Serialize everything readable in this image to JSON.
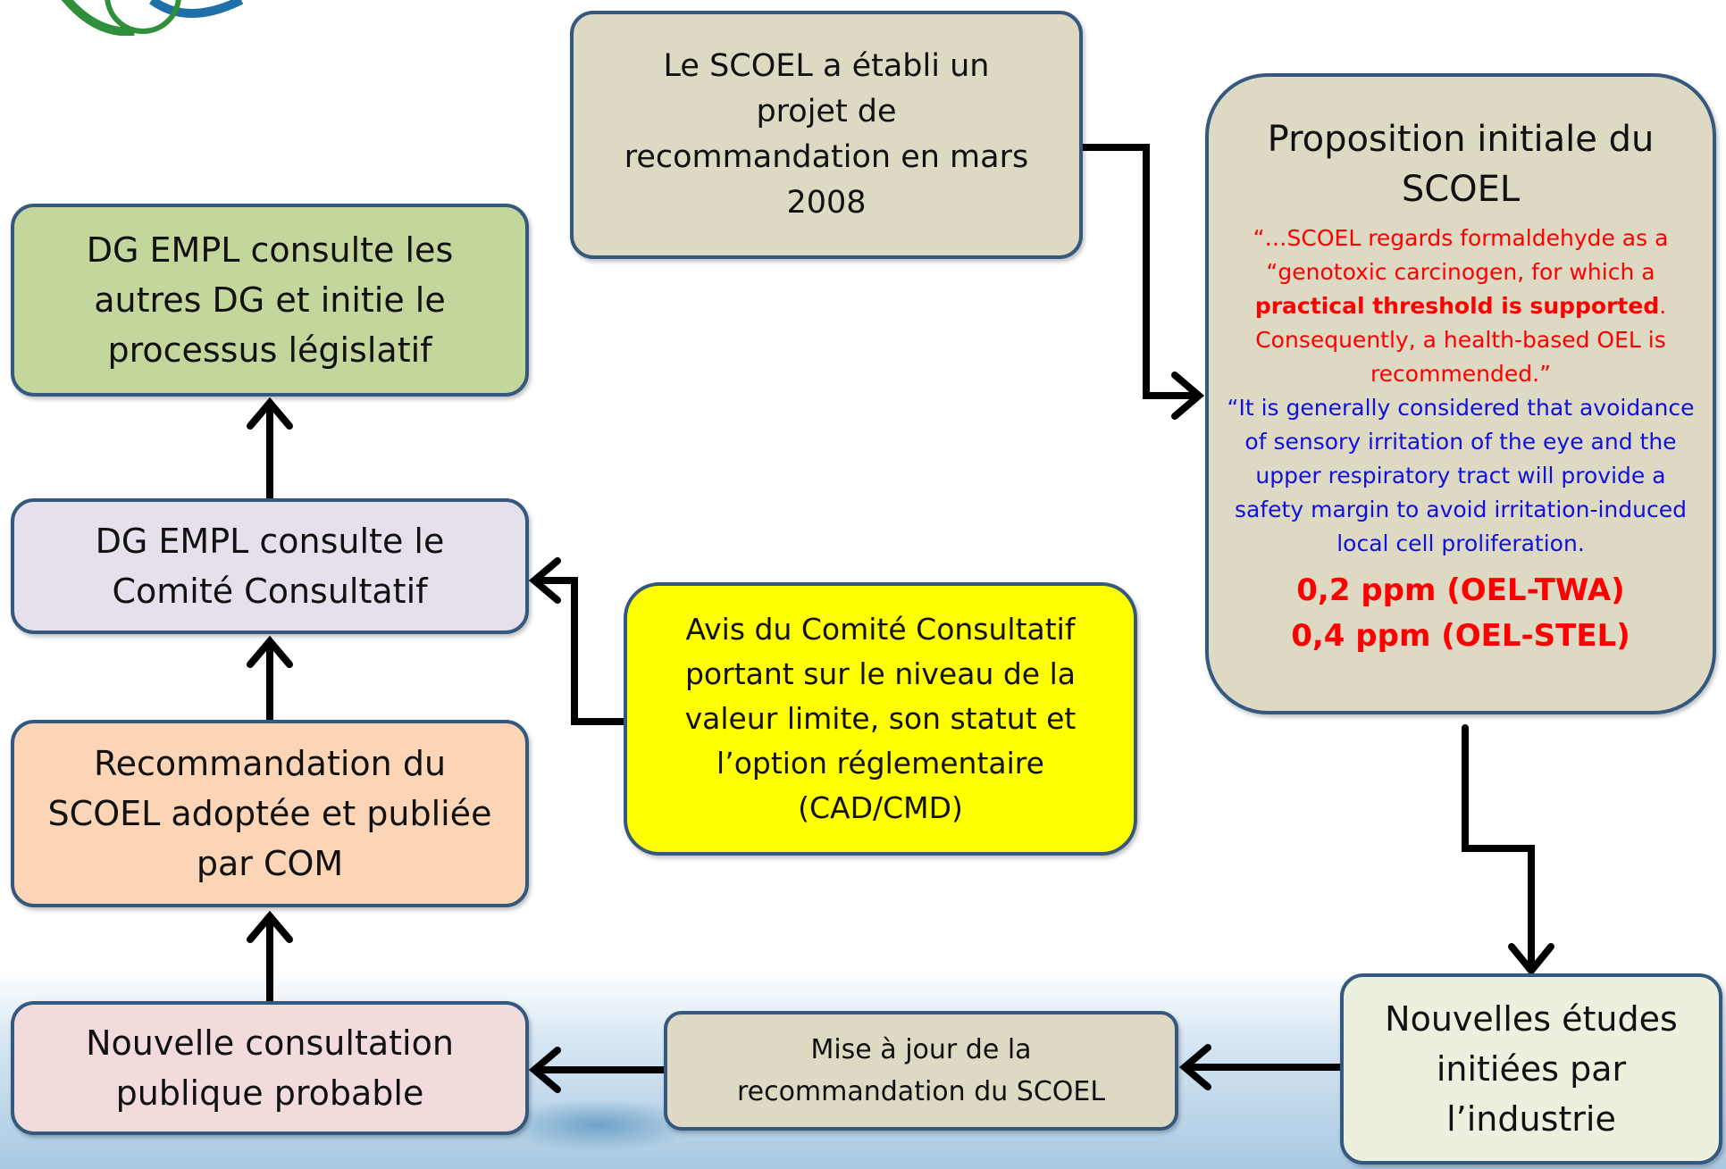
{
  "boxes": {
    "draft": "Le SCOEL a établi un\nprojet de\nrecommandation en mars\n2008",
    "dg_other": "DG EMPL consulte  les\nautres DG et initie le\nprocessus législatif",
    "comite": "DG EMPL consulte le\nComité Consultatif",
    "avis": "Avis du Comité Consultatif\nportant sur le niveau de la\nvaleur limite, son statut et\nl’option réglementaire\n(CAD/CMD)",
    "reco": "Recommandation du\nSCOEL adoptée et publiée\npar COM",
    "consult": "Nouvelle consultation\npublique probable",
    "maj": "Mise à jour de la\nrecommandation du SCOEL",
    "etudes": "Nouvelles études\ninitiées par\nl’industrie"
  },
  "proposal": {
    "title": "Proposition initiale du\nSCOEL",
    "quote1_a": "“…SCOEL regards formaldehyde as a “genotoxic carcinogen, for which a ",
    "quote1_bold": "practical threshold is supported",
    "quote1_b": ". Consequently, a health-based OEL is recommended.”",
    "quote2": "“It is generally considered that avoidance of sensory irritation of the eye and the upper respiratory tract will provide a safety margin to avoid irritation-induced local cell proliferation.",
    "value1": "0,2 ppm (OEL-TWA)",
    "value2": "0,4 ppm (OEL-STEL)"
  },
  "colors": {
    "border": "#35587f",
    "draft": "#ddd9c3",
    "dg_other": "#c3d69b",
    "comite": "#e5e0ec",
    "avis": "#ffff00",
    "reco": "#fbd5b5",
    "consult": "#f2dcdb",
    "etudes": "#ebf1de",
    "red_text": "#ff0000",
    "blue_text": "#1010e0"
  }
}
